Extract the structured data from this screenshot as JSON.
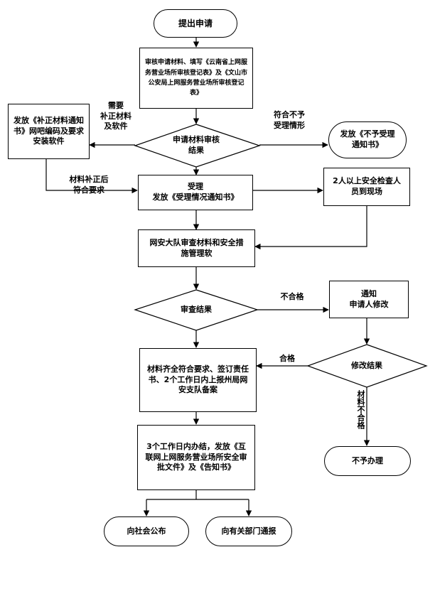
{
  "flow": {
    "start": "提出申请",
    "review_docs": "审核申请材料、填写《云南省上网服务营业场所审核登记表》及《文山市公安局上网服务营业场所审核登记表》",
    "decision_review": "申请材料审核结果",
    "notice_supplement": "发放《补正材料通知书》网吧编码及要求安装软件",
    "notice_reject": "发放《不予受理通知书》",
    "accept": "受理\n发放《受理情况通知书》",
    "onsite": "2人以上安全检查人员到现场",
    "brigade_review": "网安大队审查材料和安全措施管理软",
    "decision_check": "审查结果",
    "notify_modify": "通知\n申请人修改",
    "decision_modify": "修改结果",
    "file_record": "材料齐全符合要求、签订责任书、2个工作日内上报州局网安支队备案",
    "approve": "3个工作日内办结，发放《互联网上网服务营业场所安全审批文件》及《告知书》",
    "no_process": "不予办理",
    "publish": "向社会公布",
    "notify_depts": "向有关部门通报"
  },
  "edge_labels": {
    "need_supplement": "需要\n补正材料\n及软件",
    "not_accepted": "符合不予\n受理情形",
    "supplement_ok": "材料补正后\n符合要求",
    "unqualified": "不合格",
    "qualified": "合格",
    "not_qualified_docs": "材料不合格"
  }
}
